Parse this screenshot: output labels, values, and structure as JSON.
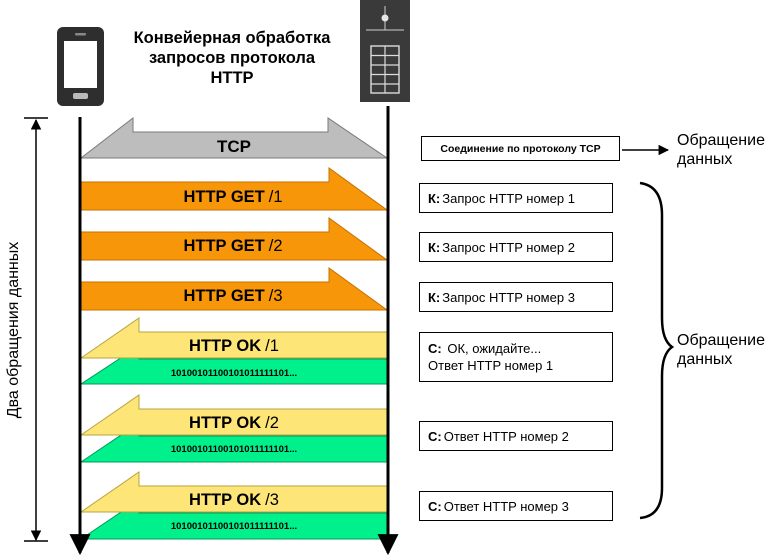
{
  "title": {
    "line1": "Конвейерная обработка",
    "line2": "запросов протокола",
    "line3": "HTTP"
  },
  "tcp_label": "TCP",
  "requests": [
    {
      "method": "HTTP GET",
      "num": "/1"
    },
    {
      "method": "HTTP GET",
      "num": "/2"
    },
    {
      "method": "HTTP GET",
      "num": "/3"
    }
  ],
  "responses": [
    {
      "status": "HTTP OK",
      "num": "/1",
      "bits": "10100101100101011111101..."
    },
    {
      "status": "HTTP OK",
      "num": "/2",
      "bits": "10100101100101011111101..."
    },
    {
      "status": "HTTP OK",
      "num": "/3",
      "bits": "10100101100101011111101..."
    }
  ],
  "notes": {
    "tcp": "Соединение по протоколу TCP",
    "req1_prefix": "К:",
    "req1_text": "Запрос HTTP номер 1",
    "req2_prefix": "К:",
    "req2_text": "Запрос HTTP номер 2",
    "req3_prefix": "К:",
    "req3_text": "Запрос HTTP номер 3",
    "resp1_prefix": "С:",
    "resp1_line1": "ОК, ожидайте...",
    "resp1_line2": "Ответ HTTP номер 1",
    "resp2_prefix": "С:",
    "resp2_text": "Ответ HTTP номер 2",
    "resp3_prefix": "С:",
    "resp3_text": "Ответ HTTP номер 3"
  },
  "side_labels": {
    "access_top_line1": "Обращение",
    "access_top_line2": "данных",
    "access_bottom_line1": "Обращение",
    "access_bottom_line2": "данных"
  },
  "vertical_label": "Два обращения данных",
  "colors": {
    "tcp_arrow": "#bdbdbd",
    "request_arrow": "#f79609",
    "response_header": "#fde577",
    "response_body": "#00f08c",
    "line": "#000000"
  },
  "icons": [
    "smartphone-icon",
    "server-icon"
  ]
}
